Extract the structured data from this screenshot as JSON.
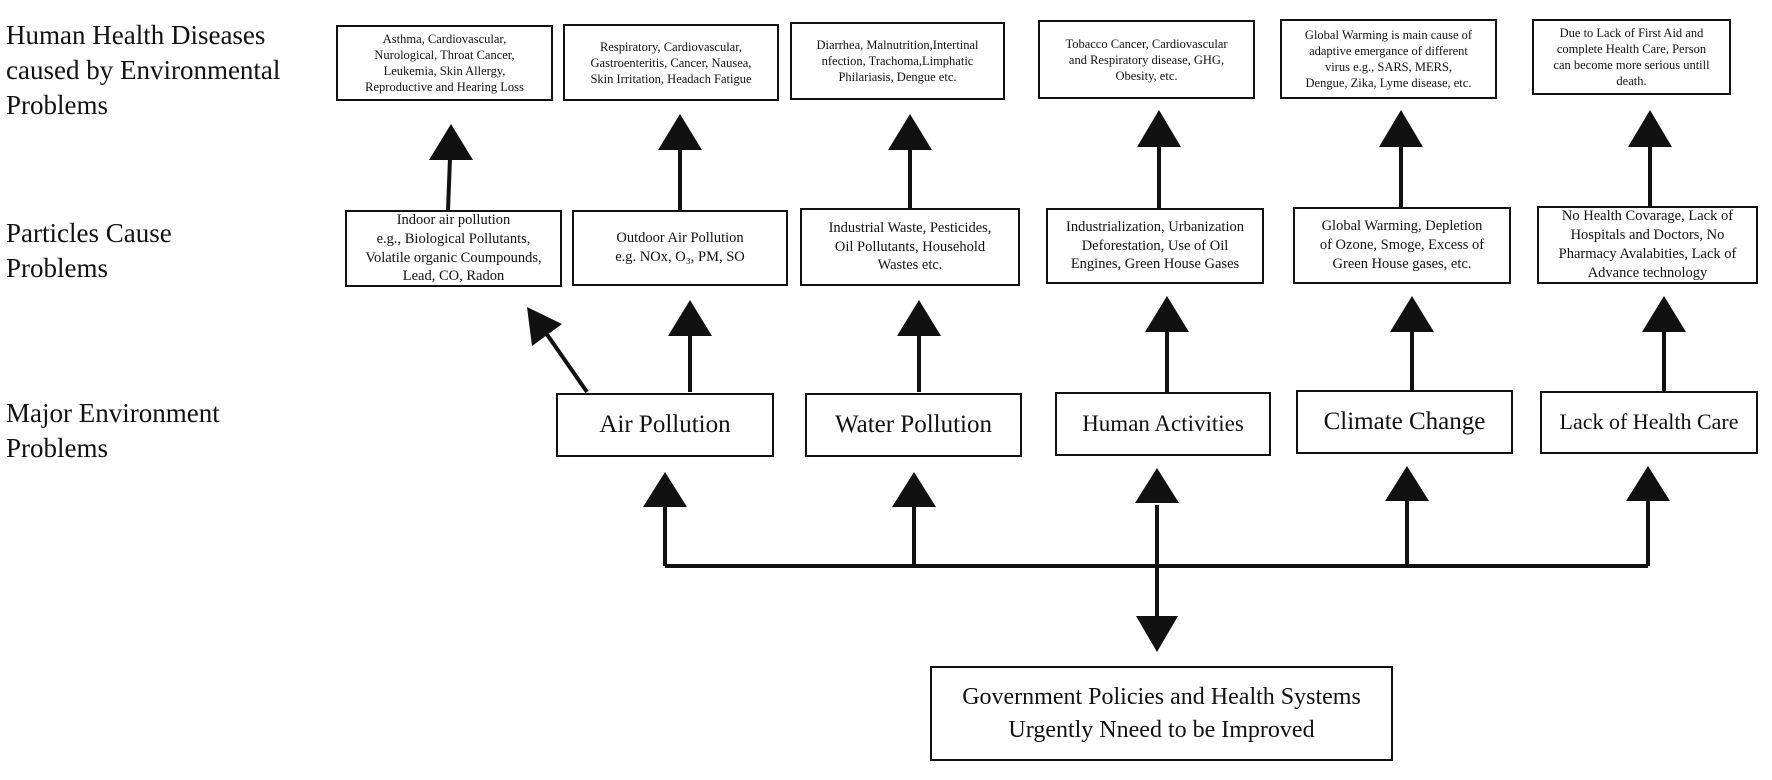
{
  "row_labels": {
    "diseases": "Human Health Diseases\ncaused by Environmental\nProblems",
    "particles": "Particles Cause\nProblems",
    "problems": "Major Environment\nProblems"
  },
  "diseases": [
    "Asthma, Cardiovascular,\nNurological, Throat Cancer,\nLeukemia, Skin Allergy,\nReproductive and Hearing Loss",
    "Respiratory, Cardiovascular,\nGastroenteritis, Cancer, Nausea,\nSkin Irritation, Headach Fatigue",
    "Diarrhea, Malnutrition,Intertinal\nnfection, Trachoma,Limphatic\nPhilariasis, Dengue etc.",
    "Tobacco Cancer, Cardiovascular\nand Respiratory disease, GHG,\nObesity, etc.",
    "Global Warming is main cause of\nadaptive emergance of different\nvirus e.g., SARS, MERS,\nDengue, Zika, Lyme disease, etc.",
    "Due to Lack of First Aid and\ncomplete Health Care, Person\ncan become more serious untill\ndeath."
  ],
  "particles": [
    "Indoor air pollution\ne.g., Biological Pollutants,\nVolatile organic Coumpounds,\nLead, CO, Radon",
    "Outdoor Air Pollution\ne.g. NOx, O₃,  PM, SO",
    "Industrial Waste, Pesticides,\nOil Pollutants, Household\nWastes etc.",
    "Industrialization, Urbanization\nDeforestation, Use of Oil\nEngines, Green House Gases",
    "Global Warming, Depletion\nof Ozone, Smoge, Excess of\nGreen House gases, etc.",
    "No Health Covarage, Lack of\nHospitals and Doctors, No\nPharmacy Avalabities, Lack of\nAdvance technology"
  ],
  "problems": [
    "Air Pollution",
    "Water Pollution",
    "Human Activities",
    "Climate Change",
    "Lack of Health Care"
  ],
  "government": "Government Policies and Health Systems\nUrgently Nneed to be Improved"
}
